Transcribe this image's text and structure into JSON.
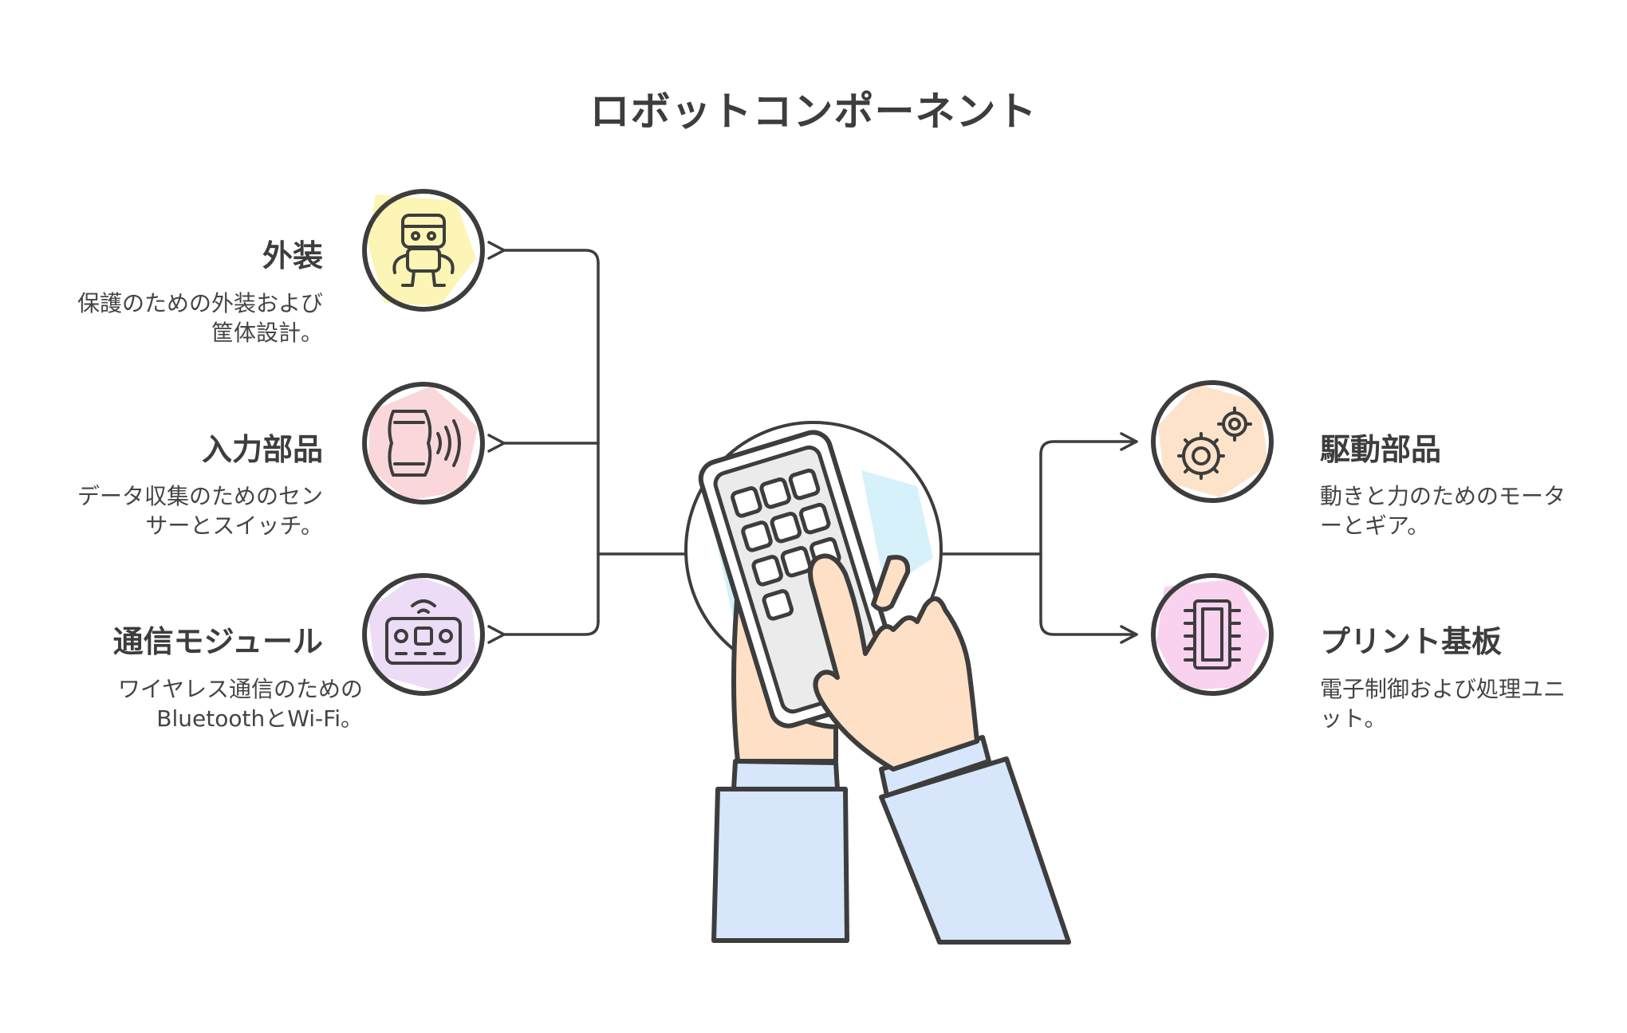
{
  "title": "ロボットコンポーネント",
  "components": [
    {
      "name": "外装",
      "description": "保護のための外装および筐体設計。",
      "icon": "robot-icon",
      "color": "#fbf3a8"
    },
    {
      "name": "入力部品",
      "description": "データ収集のためのセンサーとスイッチ。",
      "icon": "sensor-icon",
      "color": "#f9d0d3"
    },
    {
      "name": "通信モジュール",
      "description": "ワイヤレス通信のためのBluetoothとWi-Fi。",
      "icon": "wireless-module-icon",
      "color": "#ead8f5"
    },
    {
      "name": "駆動部品",
      "description": "動きと力のためのモーターとギア。",
      "icon": "gears-icon",
      "color": "#fde0c4"
    },
    {
      "name": "プリント基板",
      "description": "電子制御および処理ユニット。",
      "icon": "chip-icon",
      "color": "#f8cdee"
    }
  ],
  "center_icon": "hands-phone-keypad-icon",
  "colors": {
    "stroke": "#3d3d3d",
    "sleeve": "#d8e6fb",
    "skin": "#fde0c6",
    "screen_bg": "#cdeefa"
  }
}
